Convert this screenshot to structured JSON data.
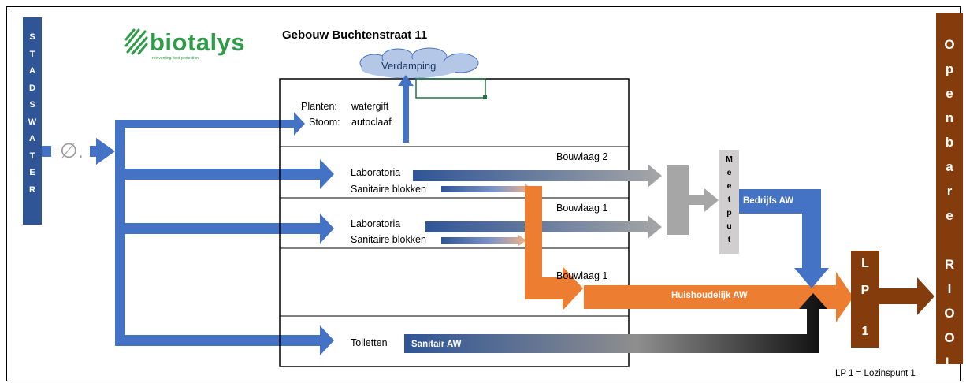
{
  "title": "Gebouw Buchtenstraat 11",
  "logo": {
    "name": "biotalys",
    "tagline": "reinventing food protection",
    "color": "#2e9b47"
  },
  "left_column": {
    "letters": [
      "S",
      "T",
      "A",
      "D",
      "S",
      "W",
      "A",
      "T",
      "E",
      "R"
    ],
    "color": "#2f5597"
  },
  "meter_symbol": "∅.",
  "right_column": {
    "letters": [
      "O",
      "p",
      "e",
      "n",
      "b",
      "a",
      "r",
      "e",
      "",
      "R",
      "I",
      "O",
      "O",
      "L"
    ],
    "color": "#843c0c"
  },
  "evaporation": "Verdamping",
  "top_rows": [
    {
      "label": "Planten:",
      "value": "watergift"
    },
    {
      "label": "Stoom:",
      "value": "autoclaaf"
    }
  ],
  "floors": [
    {
      "label": "Bouwlaag 2"
    },
    {
      "label": "Bouwlaag 1"
    },
    {
      "label": "Bouwlaag 1"
    }
  ],
  "rooms": {
    "lab_1": "Laboratoria",
    "san_1": "Sanitaire blokken",
    "lab_2": "Laboratoria",
    "san_2": "Sanitaire blokken",
    "toilets": "Toiletten"
  },
  "meetput": {
    "letters": [
      "M",
      "e",
      "e",
      "t",
      "p",
      "u",
      "t"
    ]
  },
  "flows": {
    "bedrijfs": "Bedrijfs AW",
    "huishoudelijk": "Huishoudelijk AW",
    "sanitair": "Sanitair AW"
  },
  "lp": {
    "letters": [
      "L",
      "P",
      "1"
    ],
    "color": "#843c0c"
  },
  "footnote": "LP 1 = Lozinspunt 1",
  "colors": {
    "blue": "#4472c4",
    "orange": "#ed7d31",
    "gray": "#a6a6a6",
    "brown": "#843c0c",
    "black": "#0d0d0d"
  }
}
